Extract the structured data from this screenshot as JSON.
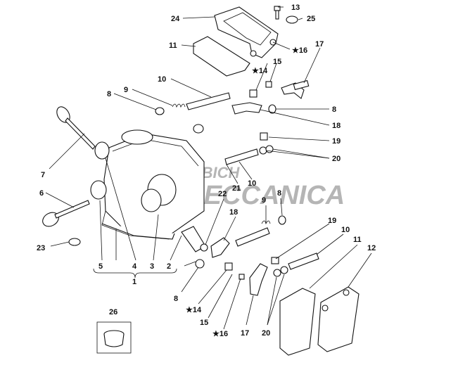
{
  "watermark": {
    "line1": "CEIBICH",
    "line2": "MECCANICA",
    "circle_color": "#e53935",
    "text_color": "#a9a9a9"
  },
  "callouts": {
    "c1": "1",
    "c2": "2",
    "c3": "3",
    "c4": "4",
    "c5": "5",
    "c6": "6",
    "c7": "7",
    "c8a": "8",
    "c8b": "8",
    "c8c": "8",
    "c8d": "8",
    "c9a": "9",
    "c9b": "9",
    "c10a": "10",
    "c10b": "10",
    "c10c": "10",
    "c11a": "11",
    "c11b": "11",
    "c12": "12",
    "c13": "13",
    "c14a": "★14",
    "c14b": "★14",
    "c15a": "15",
    "c15b": "15",
    "c16a": "★16",
    "c16b": "★16",
    "c17a": "17",
    "c17b": "17",
    "c18a": "18",
    "c18b": "18",
    "c19a": "19",
    "c19b": "19",
    "c20a": "20",
    "c20b": "20",
    "c21": "21",
    "c22": "22",
    "c23": "23",
    "c24": "24",
    "c25": "25",
    "c26": "26"
  }
}
